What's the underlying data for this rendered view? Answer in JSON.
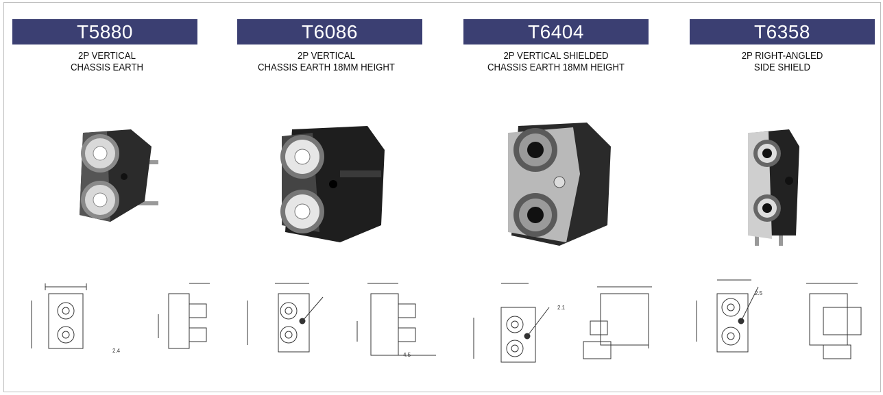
{
  "products": [
    {
      "code": "T5880",
      "line1": "2P VERTICAL",
      "line2": "CHASSIS EARTH",
      "drawing_note": "2.4"
    },
    {
      "code": "T6086",
      "line1": "2P VERTICAL",
      "line2": "CHASSIS EARTH 18MM HEIGHT",
      "drawing_note": "4.5"
    },
    {
      "code": "T6404",
      "line1": "2P VERTICAL SHIELDED",
      "line2": "CHASSIS EARTH  18MM HEIGHT",
      "drawing_note": "2.1"
    },
    {
      "code": "T6358",
      "line1": "2P RIGHT-ANGLED",
      "line2": "SIDE SHIELD",
      "drawing_note": "2.5"
    }
  ],
  "colors": {
    "tag_bg": "#3b3f72",
    "tag_text": "#ffffff",
    "border": "#bdbdbd"
  }
}
